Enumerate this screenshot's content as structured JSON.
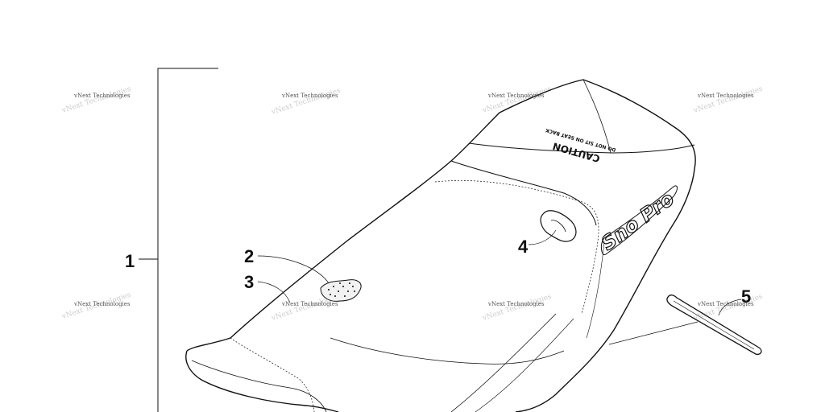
{
  "callouts": {
    "c1": "1",
    "c2": "2",
    "c3": "3",
    "c4": "4",
    "c5": "5"
  },
  "seat_labels": {
    "caution_title": "CAUTION",
    "caution_sub": "DO NOT SIT ON SEAT BACK",
    "logo": "Sno Pro"
  },
  "watermark": {
    "text": "vNext Technologies",
    "color": "#555555"
  },
  "colors": {
    "line": "#111111",
    "background": "#ffffff"
  }
}
